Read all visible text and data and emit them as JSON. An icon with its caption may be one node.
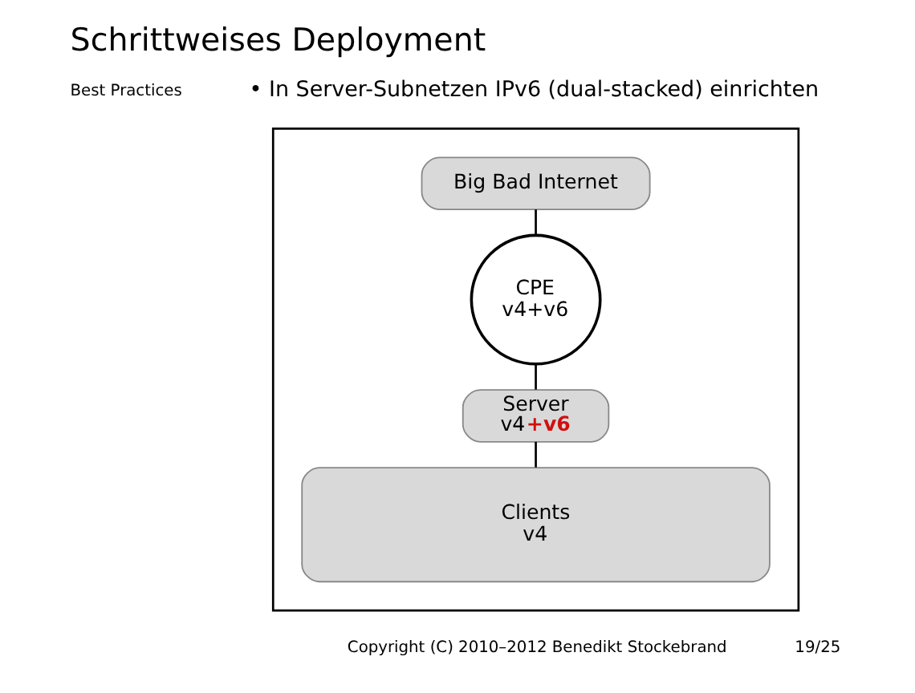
{
  "diagram": {
    "title": "Schrittweises Deployment",
    "nodes": [
      {
        "text": [],
        "shape": "box"
      },
      {
        "text": [
          "Big Bad Internet"
        ],
        "in": 0
      },
      {
        "text": [
          "CPE",
          "v4+v6"
        ],
        "in": 0
      },
      {
        "text": [
          "Server",
          "v4**+v6**"
        ],
        "in": 0
      },
      {
        "text": [
          "Clients",
          "v4"
        ],
        "in": 0
      }
    ],
    "edges": [
      {
        "from": 1,
        "to": 2,
        "arrow": "none"
      },
      {
        "from": 2,
        "to": 3,
        "arrow": "none"
      },
      {
        "from": 3,
        "to": 4,
        "arrow": "none"
      }
    ],
    "labels": [
      "Best Practices",
      "• In Server-Subnetzen IPv6 (dual-stacked) einrichten",
      "Copyright (C) 2010–2012 Benedikt Stockebrand",
      "19/25"
    ]
  }
}
